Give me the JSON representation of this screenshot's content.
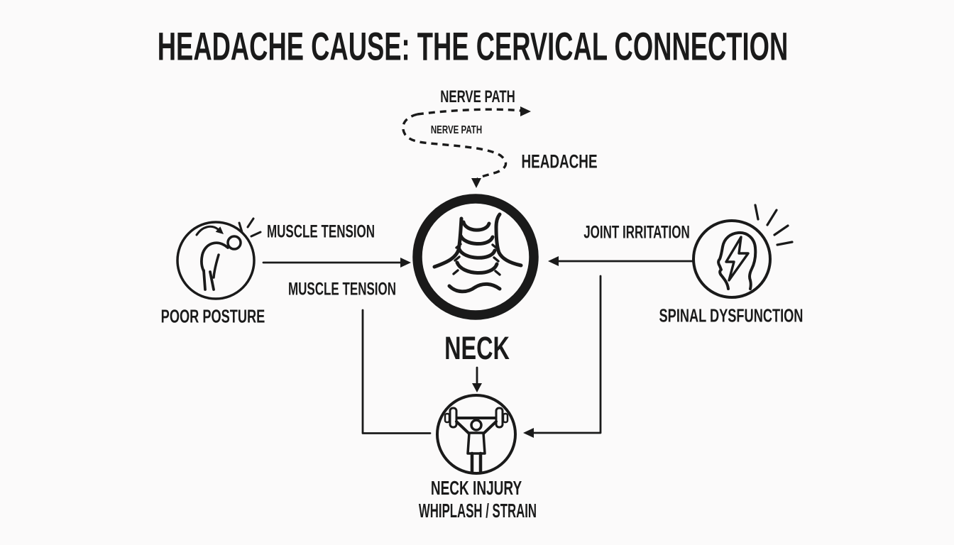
{
  "title": "HEADACHE CAUSE: THE CERVICAL CONNECTION",
  "colors": {
    "ink": "#1a1a1a",
    "background": "#fbfafa"
  },
  "diagram": {
    "nerve_path": {
      "label_primary": "NERVE PATH",
      "label_secondary": "NERVE PATH",
      "result_label": "HEADACHE",
      "icon": "dashed-nerve-path-arrow"
    },
    "center_node": {
      "label": "NECK",
      "icon": "cervical-spine-neck-icon"
    },
    "left_node": {
      "label": "POOR POSTURE",
      "icon": "hunched-person-icon",
      "arrow_label_above": "MUSCLE TENSION",
      "arrow_label_below": "MUSCLE TENSION"
    },
    "right_node": {
      "label": "SPINAL DYSFUNCTION",
      "icon": "head-lightning-icon",
      "arrow_label": "JOINT IRRITATION"
    },
    "bottom_node": {
      "label": "NECK INJURY",
      "sublabel": "WHIPLASH / STRAIN",
      "icon": "weightlifter-icon"
    }
  }
}
